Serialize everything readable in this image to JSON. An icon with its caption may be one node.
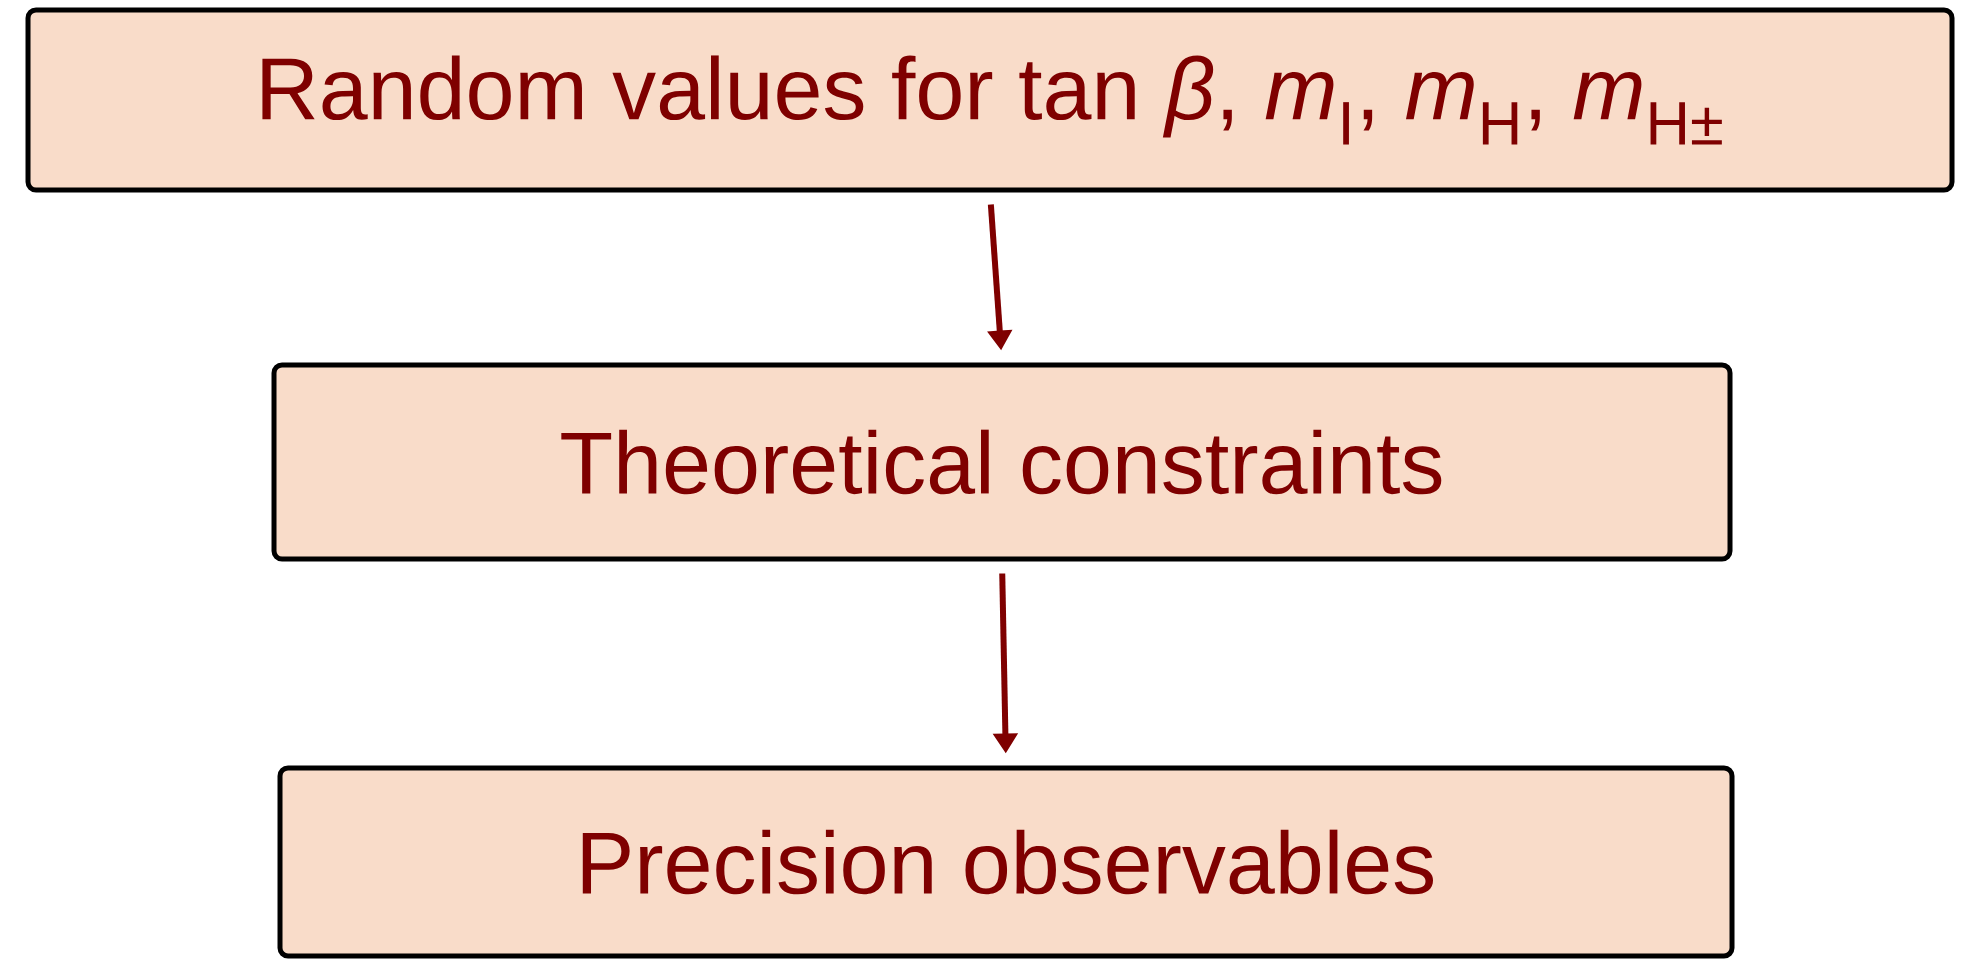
{
  "diagram": {
    "nodes": [
      {
        "text": [
          "Random values for tan *β*, *m*$_{I}$, *m*$_{H}$, *m*$_{H±}$"
        ]
      },
      {
        "text": [
          "Theoretical constraints"
        ]
      },
      {
        "text": [
          "Precision observables"
        ]
      }
    ],
    "edges": [
      {
        "from": 0,
        "to": 1,
        "arrow": "to"
      },
      {
        "from": 1,
        "to": 2,
        "arrow": "to"
      }
    ]
  }
}
